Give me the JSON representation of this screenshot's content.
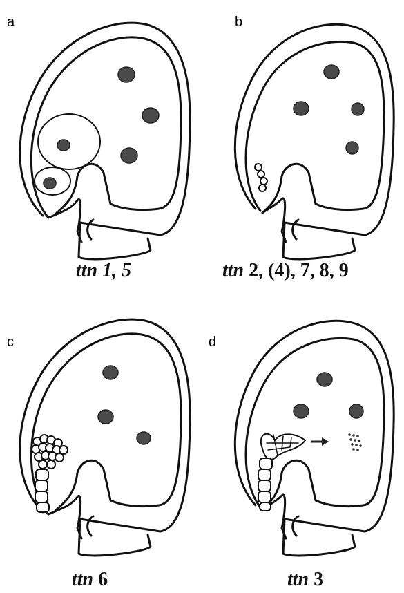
{
  "panels": [
    {
      "letter": "a",
      "caption_italic": "ttn 1, 5",
      "caption_bold": ""
    },
    {
      "letter": "b",
      "caption_italic": "ttn",
      "caption_bold": " 2, (4), 7, 8, 9"
    },
    {
      "letter": "c",
      "caption_italic": "ttn",
      "caption_bold": " 6"
    },
    {
      "letter": "d",
      "caption_italic": "ttn",
      "caption_bold": " 3"
    }
  ]
}
